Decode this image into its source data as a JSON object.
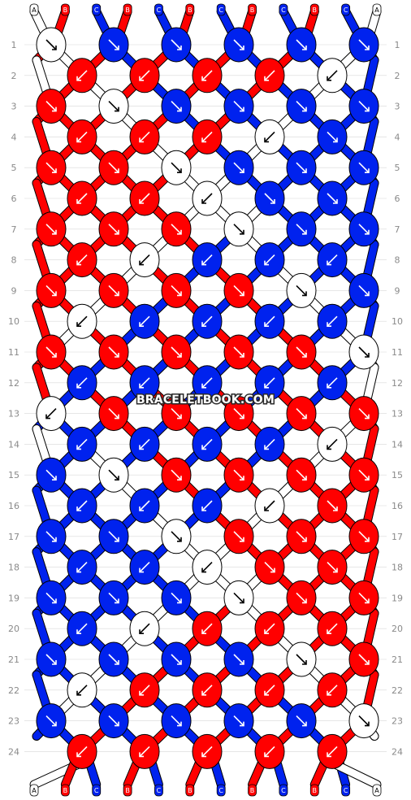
{
  "colors": {
    "A": "#ffffff",
    "B": "#ff0000",
    "C": "#0022ee",
    "outline": "#000000",
    "guide": "#d8d8d8"
  },
  "string_order_top": [
    "A",
    "B",
    "C",
    "B",
    "C",
    "B",
    "C",
    "B",
    "C",
    "B",
    "C",
    "A"
  ],
  "string_order_bottom": [
    "A",
    "B",
    "C",
    "B",
    "C",
    "B",
    "C",
    "B",
    "C",
    "B",
    "C",
    "A"
  ],
  "row_numbers": [
    "1",
    "2",
    "3",
    "4",
    "5",
    "6",
    "7",
    "8",
    "9",
    "10",
    "11",
    "12",
    "13",
    "14",
    "15",
    "16",
    "17",
    "18",
    "19",
    "20",
    "21",
    "22",
    "23",
    "24"
  ],
  "watermark": "BRACELETBOOK.COM",
  "knot_rows": [
    [
      {
        "c": "A",
        "d": "se"
      },
      {
        "c": "C",
        "d": "se"
      },
      {
        "c": "C",
        "d": "se"
      },
      {
        "c": "C",
        "d": "se"
      },
      {
        "c": "C",
        "d": "se"
      },
      {
        "c": "C",
        "d": "se"
      }
    ],
    [
      {
        "c": "B",
        "d": "sw"
      },
      {
        "c": "B",
        "d": "sw"
      },
      {
        "c": "B",
        "d": "sw"
      },
      {
        "c": "B",
        "d": "sw"
      },
      {
        "c": "A",
        "d": "sw"
      }
    ],
    [
      {
        "c": "B",
        "d": "se"
      },
      {
        "c": "A",
        "d": "se"
      },
      {
        "c": "C",
        "d": "se"
      },
      {
        "c": "C",
        "d": "se"
      },
      {
        "c": "C",
        "d": "se"
      },
      {
        "c": "C",
        "d": "se"
      }
    ],
    [
      {
        "c": "B",
        "d": "sw"
      },
      {
        "c": "B",
        "d": "sw"
      },
      {
        "c": "B",
        "d": "sw"
      },
      {
        "c": "A",
        "d": "sw"
      },
      {
        "c": "C",
        "d": "se"
      }
    ],
    [
      {
        "c": "B",
        "d": "se"
      },
      {
        "c": "B",
        "d": "se"
      },
      {
        "c": "A",
        "d": "se"
      },
      {
        "c": "C",
        "d": "se"
      },
      {
        "c": "C",
        "d": "se"
      },
      {
        "c": "C",
        "d": "se"
      }
    ],
    [
      {
        "c": "B",
        "d": "sw"
      },
      {
        "c": "B",
        "d": "sw"
      },
      {
        "c": "A",
        "d": "sw"
      },
      {
        "c": "C",
        "d": "se"
      },
      {
        "c": "C",
        "d": "se"
      }
    ],
    [
      {
        "c": "B",
        "d": "se"
      },
      {
        "c": "B",
        "d": "se"
      },
      {
        "c": "B",
        "d": "se"
      },
      {
        "c": "A",
        "d": "se"
      },
      {
        "c": "C",
        "d": "se"
      },
      {
        "c": "C",
        "d": "se"
      }
    ],
    [
      {
        "c": "B",
        "d": "sw"
      },
      {
        "c": "A",
        "d": "sw"
      },
      {
        "c": "C",
        "d": "sw"
      },
      {
        "c": "C",
        "d": "sw"
      },
      {
        "c": "C",
        "d": "sw"
      }
    ],
    [
      {
        "c": "B",
        "d": "se"
      },
      {
        "c": "B",
        "d": "se"
      },
      {
        "c": "B",
        "d": "se"
      },
      {
        "c": "B",
        "d": "se"
      },
      {
        "c": "A",
        "d": "se"
      },
      {
        "c": "C",
        "d": "se"
      }
    ],
    [
      {
        "c": "A",
        "d": "sw"
      },
      {
        "c": "C",
        "d": "sw"
      },
      {
        "c": "C",
        "d": "sw"
      },
      {
        "c": "C",
        "d": "sw"
      },
      {
        "c": "C",
        "d": "sw"
      }
    ],
    [
      {
        "c": "B",
        "d": "se"
      },
      {
        "c": "B",
        "d": "se"
      },
      {
        "c": "B",
        "d": "se"
      },
      {
        "c": "B",
        "d": "se"
      },
      {
        "c": "B",
        "d": "se"
      },
      {
        "c": "A",
        "d": "se"
      }
    ],
    [
      {
        "c": "C",
        "d": "sw"
      },
      {
        "c": "C",
        "d": "sw"
      },
      {
        "c": "C",
        "d": "sw"
      },
      {
        "c": "C",
        "d": "sw"
      },
      {
        "c": "C",
        "d": "sw"
      }
    ],
    [
      {
        "c": "A",
        "d": "sw"
      },
      {
        "c": "B",
        "d": "se"
      },
      {
        "c": "B",
        "d": "se"
      },
      {
        "c": "B",
        "d": "se"
      },
      {
        "c": "B",
        "d": "se"
      },
      {
        "c": "B",
        "d": "se"
      }
    ],
    [
      {
        "c": "C",
        "d": "sw"
      },
      {
        "c": "C",
        "d": "sw"
      },
      {
        "c": "C",
        "d": "sw"
      },
      {
        "c": "C",
        "d": "sw"
      },
      {
        "c": "A",
        "d": "sw"
      }
    ],
    [
      {
        "c": "C",
        "d": "se"
      },
      {
        "c": "A",
        "d": "se"
      },
      {
        "c": "B",
        "d": "se"
      },
      {
        "c": "B",
        "d": "se"
      },
      {
        "c": "B",
        "d": "se"
      },
      {
        "c": "B",
        "d": "se"
      }
    ],
    [
      {
        "c": "C",
        "d": "sw"
      },
      {
        "c": "C",
        "d": "sw"
      },
      {
        "c": "C",
        "d": "sw"
      },
      {
        "c": "A",
        "d": "sw"
      },
      {
        "c": "B",
        "d": "se"
      }
    ],
    [
      {
        "c": "C",
        "d": "se"
      },
      {
        "c": "C",
        "d": "se"
      },
      {
        "c": "A",
        "d": "se"
      },
      {
        "c": "B",
        "d": "se"
      },
      {
        "c": "B",
        "d": "se"
      },
      {
        "c": "B",
        "d": "se"
      }
    ],
    [
      {
        "c": "C",
        "d": "sw"
      },
      {
        "c": "C",
        "d": "sw"
      },
      {
        "c": "A",
        "d": "sw"
      },
      {
        "c": "B",
        "d": "se"
      },
      {
        "c": "B",
        "d": "se"
      }
    ],
    [
      {
        "c": "C",
        "d": "se"
      },
      {
        "c": "C",
        "d": "se"
      },
      {
        "c": "C",
        "d": "se"
      },
      {
        "c": "A",
        "d": "se"
      },
      {
        "c": "B",
        "d": "se"
      },
      {
        "c": "B",
        "d": "se"
      }
    ],
    [
      {
        "c": "C",
        "d": "sw"
      },
      {
        "c": "A",
        "d": "sw"
      },
      {
        "c": "B",
        "d": "sw"
      },
      {
        "c": "B",
        "d": "sw"
      },
      {
        "c": "B",
        "d": "sw"
      }
    ],
    [
      {
        "c": "C",
        "d": "se"
      },
      {
        "c": "C",
        "d": "se"
      },
      {
        "c": "C",
        "d": "se"
      },
      {
        "c": "C",
        "d": "se"
      },
      {
        "c": "A",
        "d": "se"
      },
      {
        "c": "B",
        "d": "se"
      }
    ],
    [
      {
        "c": "A",
        "d": "sw"
      },
      {
        "c": "B",
        "d": "sw"
      },
      {
        "c": "B",
        "d": "sw"
      },
      {
        "c": "B",
        "d": "sw"
      },
      {
        "c": "B",
        "d": "sw"
      }
    ],
    [
      {
        "c": "C",
        "d": "se"
      },
      {
        "c": "C",
        "d": "se"
      },
      {
        "c": "C",
        "d": "se"
      },
      {
        "c": "C",
        "d": "se"
      },
      {
        "c": "C",
        "d": "se"
      },
      {
        "c": "A",
        "d": "se"
      }
    ],
    [
      {
        "c": "B",
        "d": "sw"
      },
      {
        "c": "B",
        "d": "sw"
      },
      {
        "c": "B",
        "d": "sw"
      },
      {
        "c": "B",
        "d": "sw"
      },
      {
        "c": "B",
        "d": "sw"
      }
    ]
  ]
}
